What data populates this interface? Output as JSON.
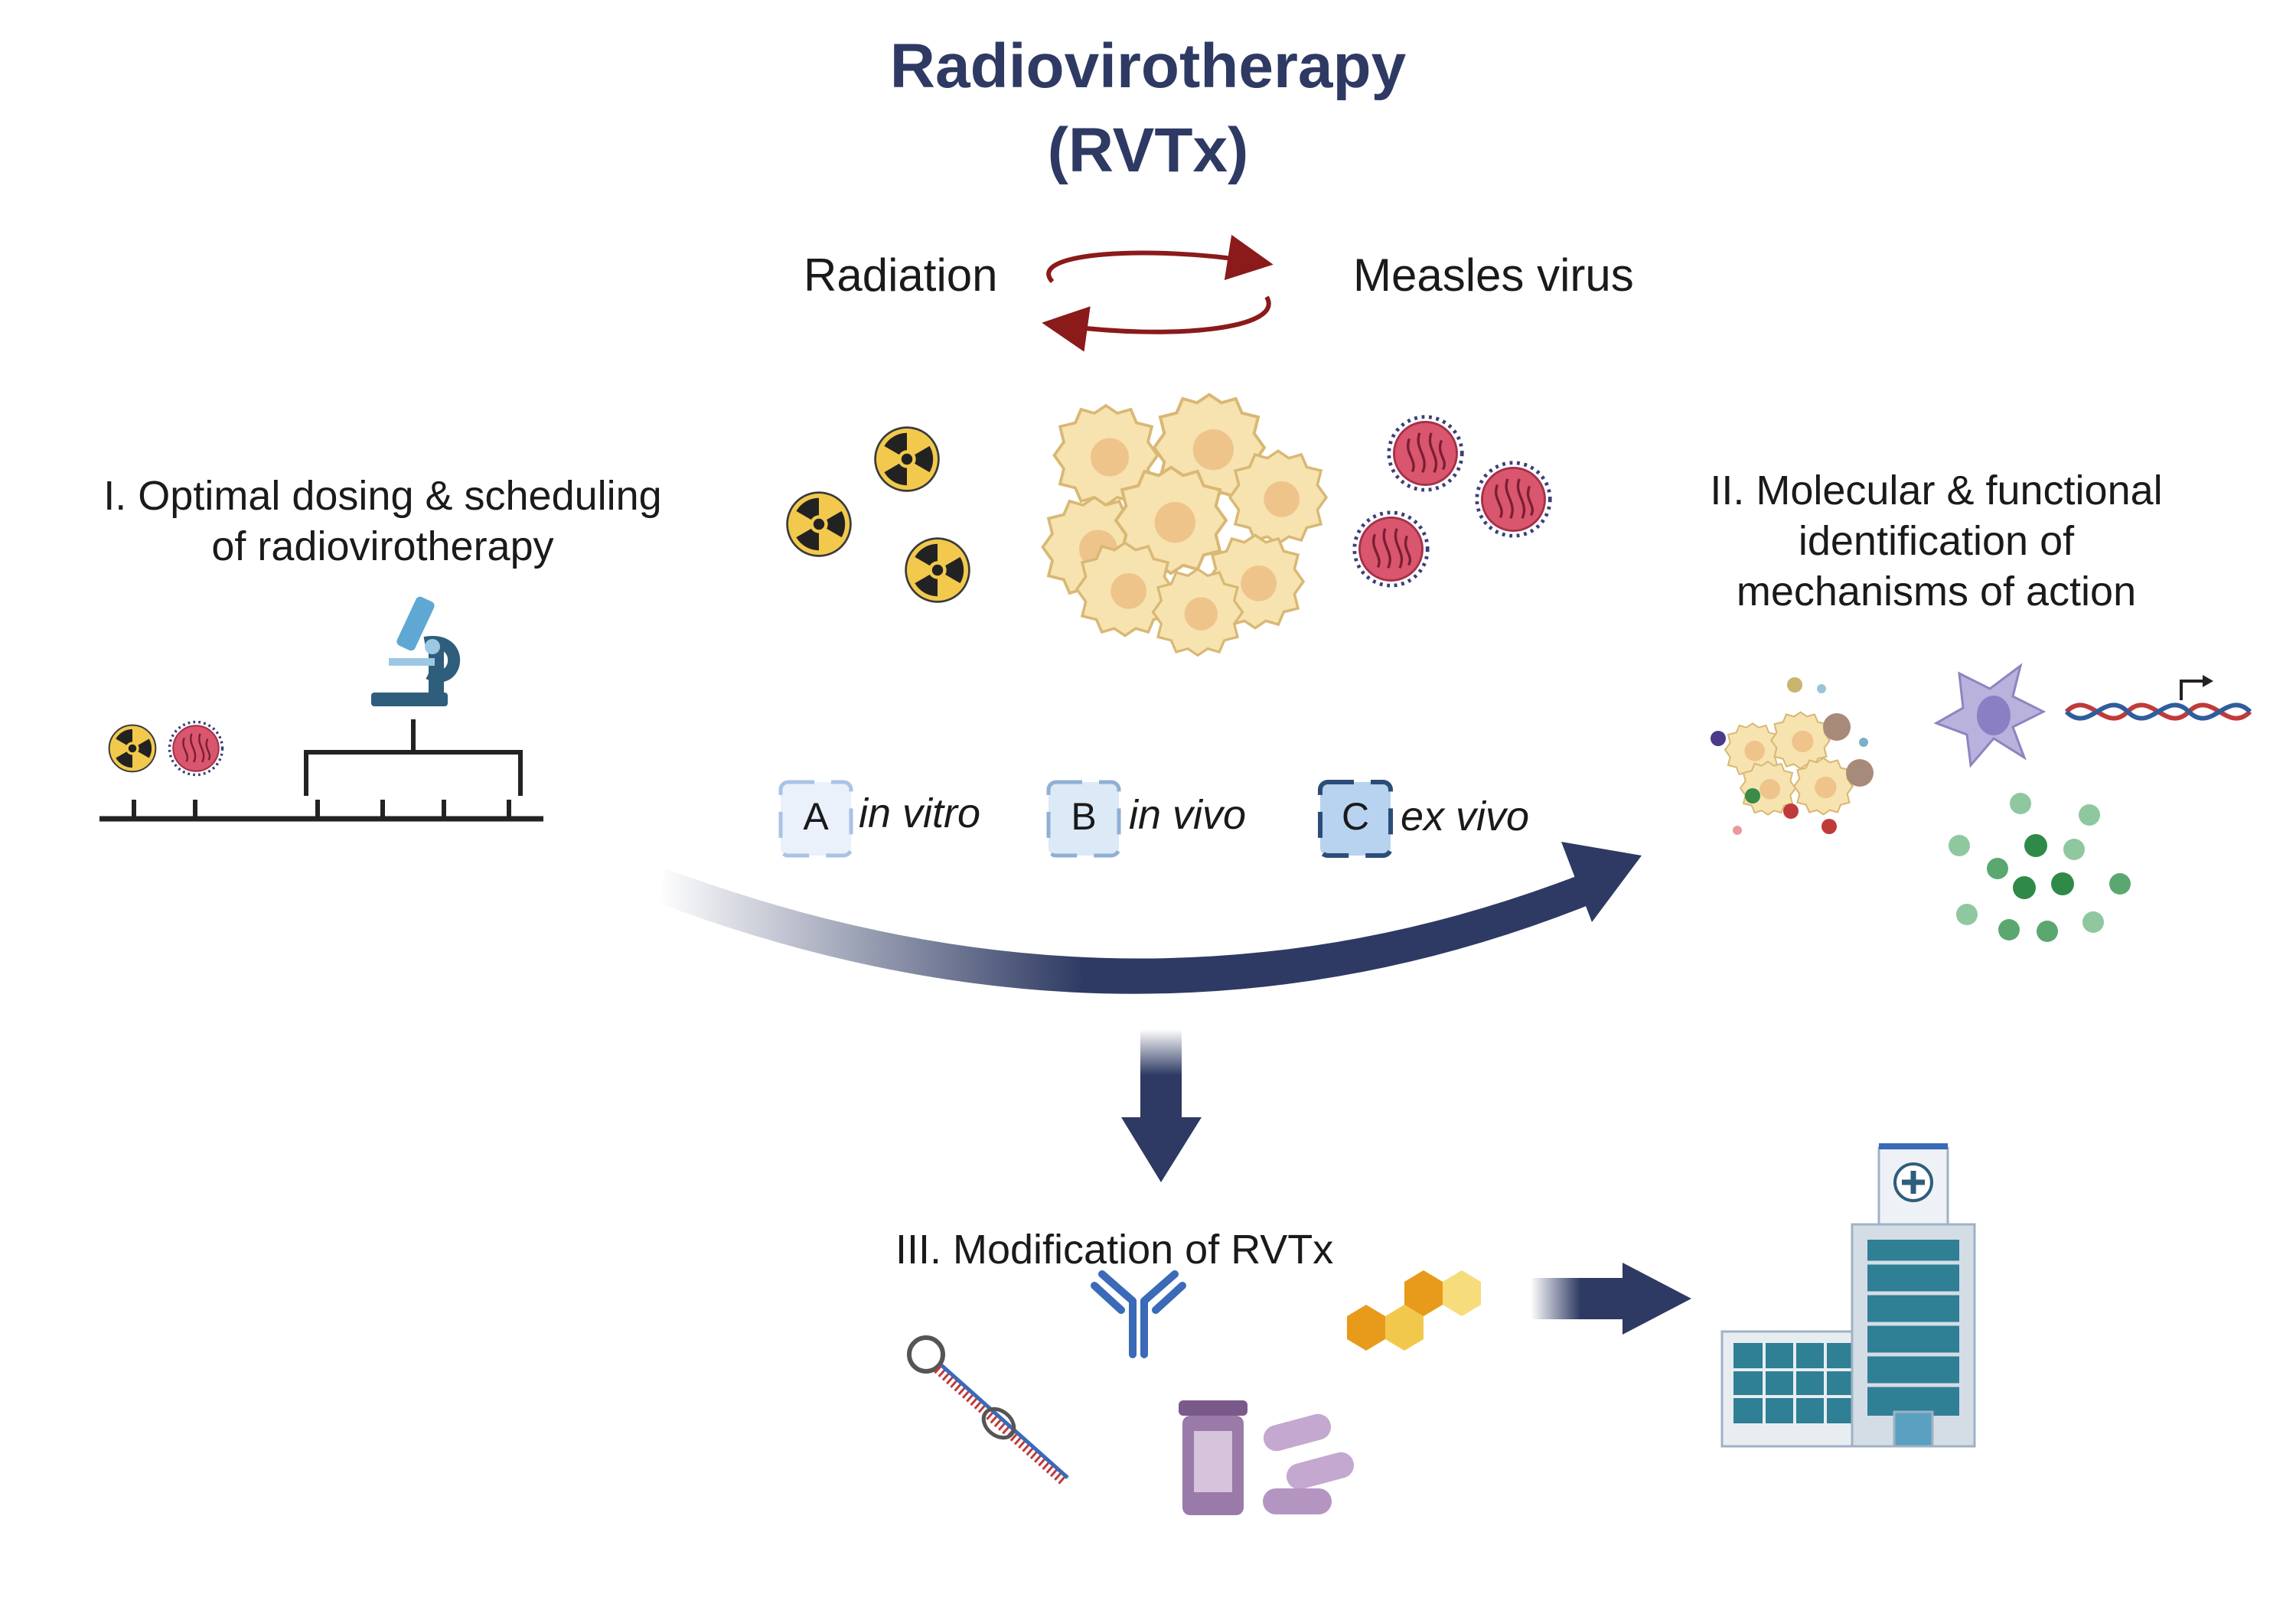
{
  "title": {
    "line1": "Radiovirotherapy",
    "line2": "(RVTx)"
  },
  "cycle": {
    "left": "Radiation",
    "right": "Measles virus"
  },
  "section1": {
    "line1": "I. Optimal dosing & scheduling",
    "line2": "of radiovirotherapy"
  },
  "section2": {
    "line1": "II. Molecular & functional",
    "line2": "identification of",
    "line3": "mechanisms of action"
  },
  "section3": {
    "label": "III. Modification of  RVTx"
  },
  "models": [
    {
      "letter": "A",
      "label": "in vitro"
    },
    {
      "letter": "B",
      "label": "in vivo"
    },
    {
      "letter": "C",
      "label": "ex vivo"
    }
  ],
  "colors": {
    "title": "#2e3a63",
    "arrow": "#2e3a63",
    "cycle_arrow": "#8b1a1a",
    "radiation": "#f2c94c",
    "virus": "#d9566e"
  }
}
